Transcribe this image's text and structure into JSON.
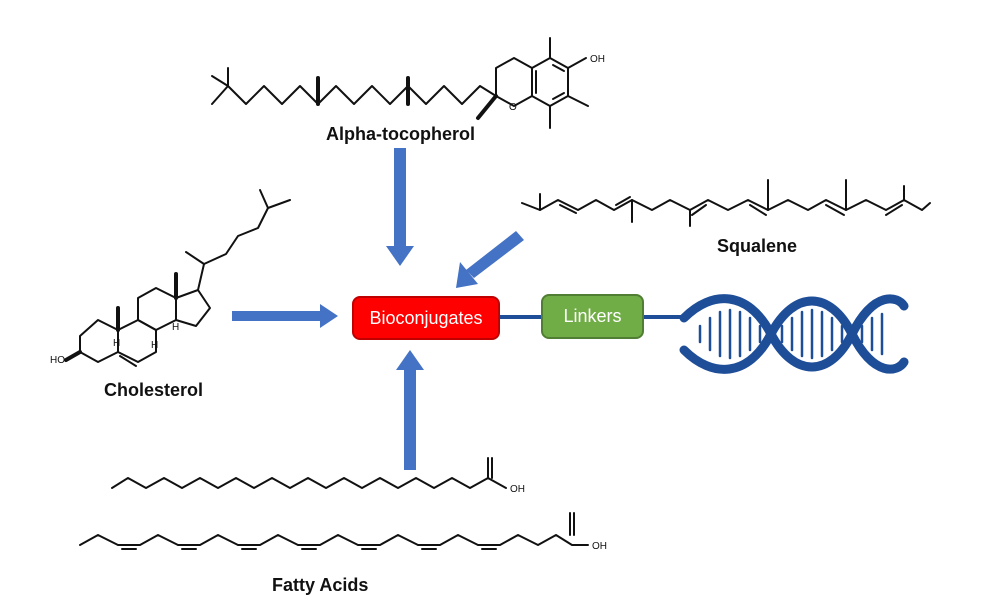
{
  "labels": {
    "alpha_tocopherol": "Alpha-tocopherol",
    "squalene": "Squalene",
    "cholesterol": "Cholesterol",
    "fatty_acids": "Fatty Acids",
    "bioconjugates": "Bioconjugates",
    "linkers": "Linkers"
  },
  "atoms": {
    "oh": "OH",
    "o": "O",
    "ho": "HO",
    "h": "H"
  },
  "colors": {
    "arrow": "#4472c4",
    "bioconjugates_fill": "#ff0000",
    "linkers_fill": "#70ad47",
    "dna": "#1f4e99",
    "bond": "#111111"
  },
  "icons": [
    "arrow-down-icon",
    "arrow-diagonal-icon",
    "arrow-right-icon",
    "arrow-up-icon",
    "dna-icon"
  ]
}
